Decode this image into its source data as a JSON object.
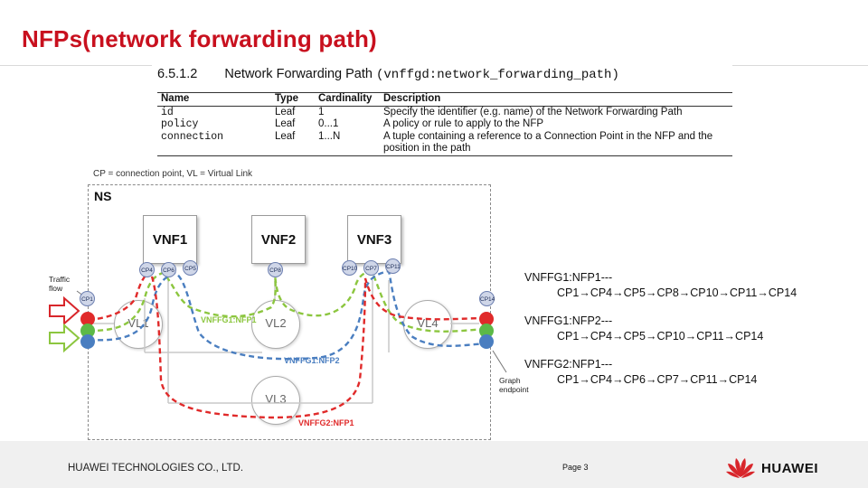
{
  "title": "NFPs(network forwarding path)",
  "spec": {
    "section_number": "6.5.1.2",
    "section_title": "Network Forwarding Path",
    "section_code": "(vnffgd:network_forwarding_path)",
    "columns": [
      "Name",
      "Type",
      "Cardinality",
      "Description"
    ],
    "rows": [
      {
        "name": "id",
        "type": "Leaf",
        "card": "1",
        "desc": "Specify the identifier (e.g. name) of the Network Forwarding Path"
      },
      {
        "name": "policy",
        "type": "Leaf",
        "card": "0...1",
        "desc": "A policy or rule to apply to the NFP"
      },
      {
        "name": "connection",
        "type": "Leaf",
        "card": "1...N",
        "desc": "A tuple containing a reference to a Connection Point in the NFP and the position in the path"
      }
    ]
  },
  "diagram": {
    "legend": "CP = connection point, VL = Virtual Link",
    "ns_label": "NS",
    "vnfs": [
      "VNF1",
      "VNF2",
      "VNF3"
    ],
    "vls": [
      "VL1",
      "VL2",
      "VL3",
      "VL4"
    ],
    "cps": [
      "CP1",
      "CP4",
      "CP6",
      "CP5",
      "CP8",
      "CP10",
      "CP7",
      "CP11",
      "CP14"
    ],
    "traffic_flow": "Traffic flow",
    "graph_endpoint": "Graph endpoint",
    "path_labels": [
      "VNFFG1:NFP1",
      "VNFFG1:NFP2",
      "VNFFG2:NFP1"
    ],
    "colors": {
      "nfp1": "#8cc63f",
      "nfp2": "#4a7ec0",
      "vnffg2": "#e02a2a",
      "accent": "#c8101e"
    }
  },
  "nfps": [
    {
      "name": "VNFFG1:NFP1---",
      "sequence": "CP1→CP4→CP5→CP8→CP10→CP11→CP14"
    },
    {
      "name": "VNFFG1:NFP2---",
      "sequence": "CP1→CP4→CP5→CP10→CP11→CP14"
    },
    {
      "name": "VNFFG2:NFP1---",
      "sequence": "CP1→CP4→CP6→CP7→CP11→CP14"
    }
  ],
  "footer": {
    "company": "HUAWEI TECHNOLOGIES CO., LTD.",
    "page": "Page 3",
    "brand": "HUAWEI"
  }
}
